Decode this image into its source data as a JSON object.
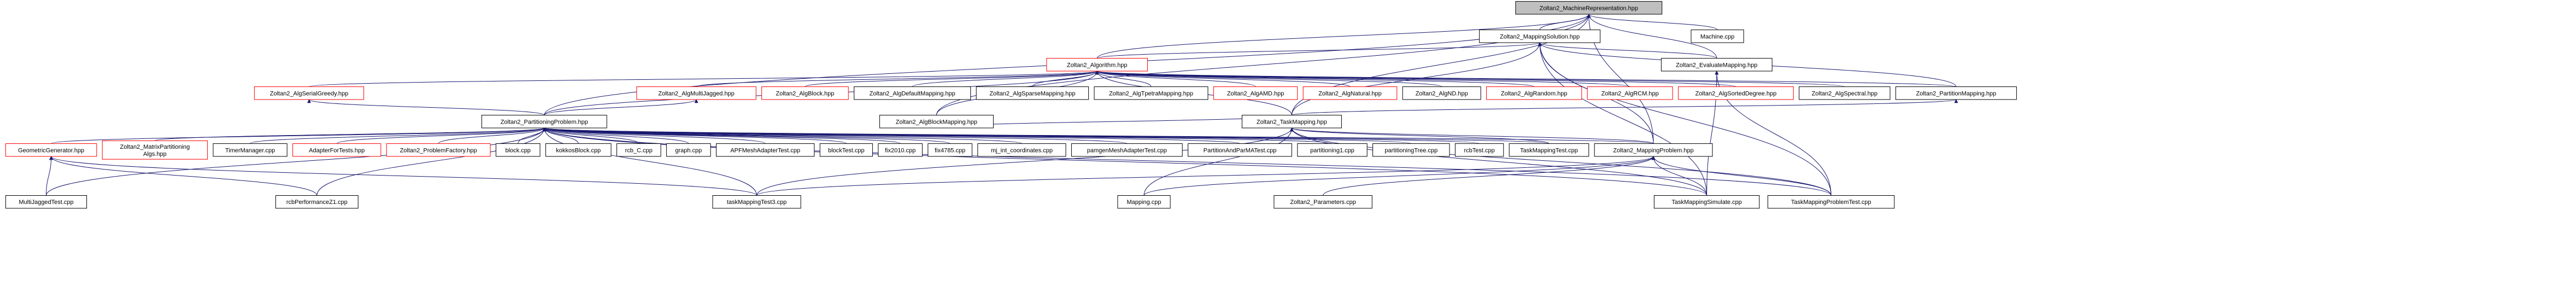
{
  "colors": {
    "edge": "#191970",
    "node_fill": "#ffffff",
    "node_stroke_default": "#000000",
    "node_stroke_red": "#ff0000",
    "root_fill": "#bfbfbf",
    "text": "#000000"
  },
  "nodes": {
    "n_root": "Zoltan2_MachineRepresentation.hpp",
    "n_machine_cpp": "Machine.cpp",
    "n_mapping_solution": "Zoltan2_MappingSolution.hpp",
    "n_algorithm": "Zoltan2_Algorithm.hpp",
    "n_evaluate_mapping": "Zoltan2_EvaluateMapping.hpp",
    "n_serial_greedy": "Zoltan2_AlgSerialGreedy.hpp",
    "n_multijagged": "Zoltan2_AlgMultiJagged.hpp",
    "n_algblock": "Zoltan2_AlgBlock.hpp",
    "n_default_mapping": "Zoltan2_AlgDefaultMapping.hpp",
    "n_sparse_mapping": "Zoltan2_AlgSparseMapping.hpp",
    "n_tpetra_mapping": "Zoltan2_AlgTpetraMapping.hpp",
    "n_amd": "Zoltan2_AlgAMD.hpp",
    "n_natural": "Zoltan2_AlgNatural.hpp",
    "n_nd": "Zoltan2_AlgND.hpp",
    "n_random": "Zoltan2_AlgRandom.hpp",
    "n_rcm": "Zoltan2_AlgRCM.hpp",
    "n_sorted_degree": "Zoltan2_AlgSortedDegree.hpp",
    "n_spectral": "Zoltan2_AlgSpectral.hpp",
    "n_partition_mapping": "Zoltan2_PartitionMapping.hpp",
    "n_partitioning_problem": "Zoltan2_PartitioningProblem.hpp",
    "n_block_mapping": "Zoltan2_AlgBlockMapping.hpp",
    "n_task_mapping": "Zoltan2_TaskMapping.hpp",
    "n_geometric_generator": "GeometricGenerator.hpp",
    "n_matrix_partitioning": "Zoltan2_MatrixPartitioning\nAlgs.hpp",
    "n_timer_manager": "TimerManager.cpp",
    "n_adapter_for_tests": "AdapterForTests.hpp",
    "n_problem_factory": "Zoltan2_ProblemFactory.hpp",
    "n_block_cpp": "block.cpp",
    "n_kokkos_block": "kokkosBlock.cpp",
    "n_rcb_c": "rcb_C.cpp",
    "n_graph_cpp": "graph.cpp",
    "n_afp_mesh": "APFMeshAdapterTest.cpp",
    "n_block_test": "blockTest.cpp",
    "n_fix2010": "fix2010.cpp",
    "n_fix4785": "fix4785.cpp",
    "n_mj_int_coords": "mj_int_coordinates.cpp",
    "n_pamgen_mesh": "pamgenMeshAdapterTest.cpp",
    "n_partition_and_parma": "PartitionAndParMATest.cpp",
    "n_partitioning1": "partitioning1.cpp",
    "n_partitioning_tree": "partitioningTree.cpp",
    "n_rcb_test": "rcbTest.cpp",
    "n_task_mapping_test": "TaskMappingTest.cpp",
    "n_mapping_problem": "Zoltan2_MappingProblem.hpp",
    "n_multijagged_test": "MultiJaggedTest.cpp",
    "n_rcb_perf": "rcbPerformanceZ1.cpp",
    "n_task_mapping_test3": "taskMappingTest3.cpp",
    "n_mapping_cpp": "Mapping.cpp",
    "n_parameters": "Zoltan2_Parameters.cpp",
    "n_task_mapping_simulate": "TaskMappingSimulate.cpp",
    "n_task_mapping_problem_test": "TaskMappingProblemTest.cpp"
  }
}
